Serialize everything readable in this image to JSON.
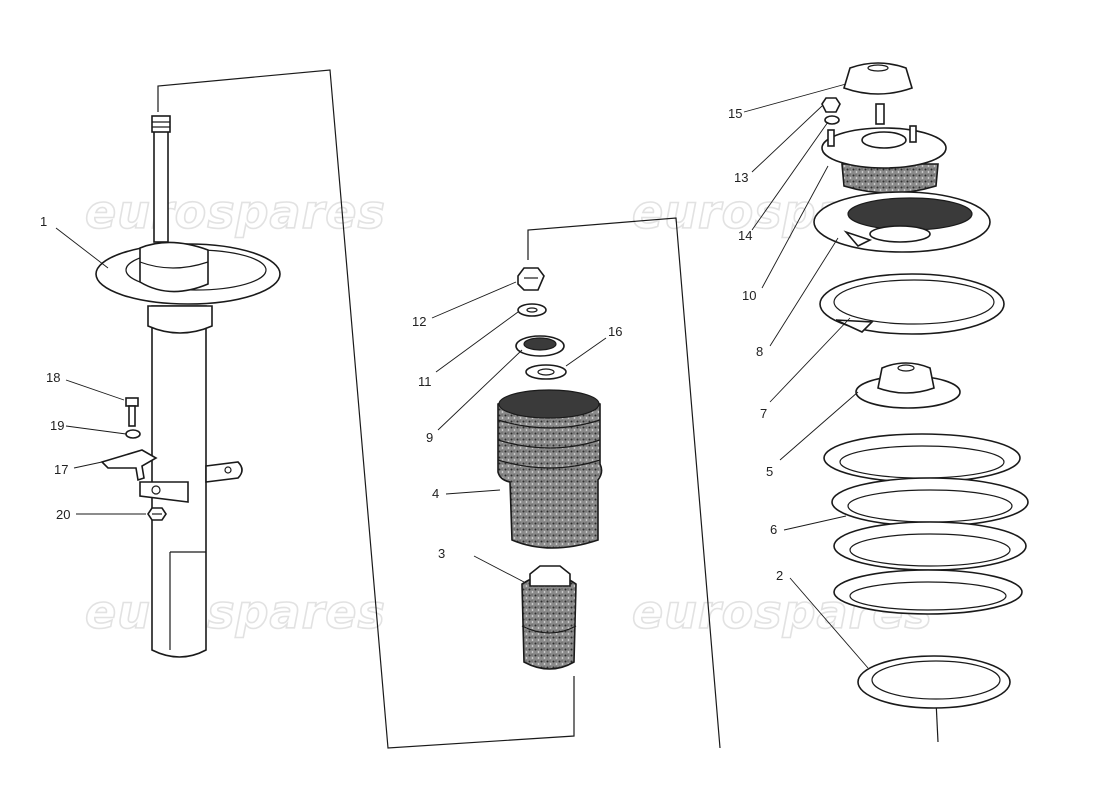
{
  "watermark": "eurospares",
  "callouts": [
    {
      "id": "1",
      "label": "1"
    },
    {
      "id": "2",
      "label": "2"
    },
    {
      "id": "3",
      "label": "3"
    },
    {
      "id": "4",
      "label": "4"
    },
    {
      "id": "5",
      "label": "5"
    },
    {
      "id": "6",
      "label": "6"
    },
    {
      "id": "7",
      "label": "7"
    },
    {
      "id": "8",
      "label": "8"
    },
    {
      "id": "9",
      "label": "9"
    },
    {
      "id": "10",
      "label": "10"
    },
    {
      "id": "11",
      "label": "11"
    },
    {
      "id": "12",
      "label": "12"
    },
    {
      "id": "13",
      "label": "13"
    },
    {
      "id": "14",
      "label": "14"
    },
    {
      "id": "15",
      "label": "15"
    },
    {
      "id": "16",
      "label": "16"
    },
    {
      "id": "17",
      "label": "17"
    },
    {
      "id": "18",
      "label": "18"
    },
    {
      "id": "19",
      "label": "19"
    },
    {
      "id": "20",
      "label": "20"
    }
  ]
}
